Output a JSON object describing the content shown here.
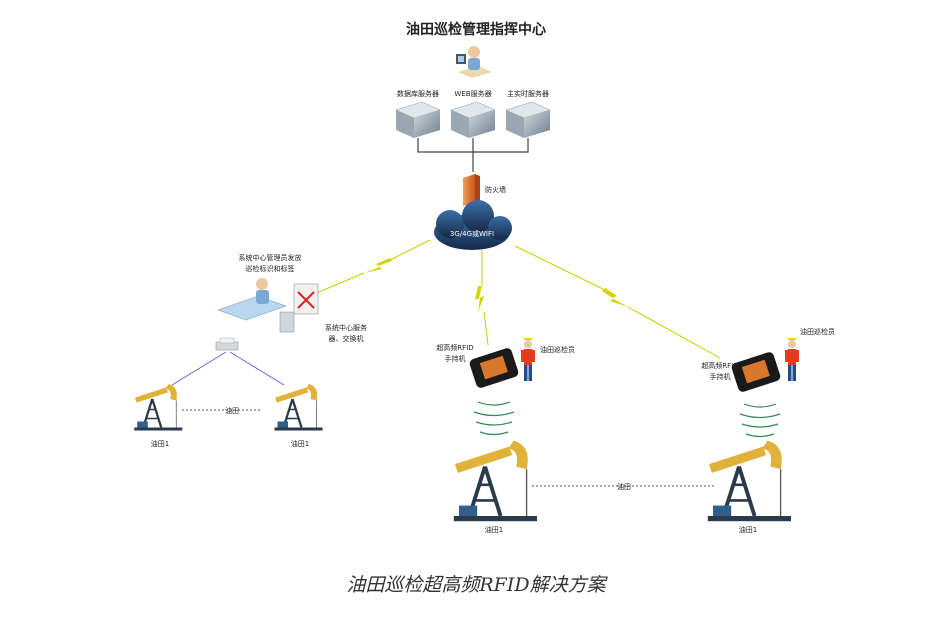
{
  "title": "油田巡检管理指挥中心",
  "servers": [
    {
      "label": "数据库服务器"
    },
    {
      "label": "WEB服务器"
    },
    {
      "label": "主实时服务器"
    }
  ],
  "firewall_label": "防火墙",
  "cloud_label": "3G/4G或WIFI",
  "admin_label_line1": "系统中心管理员发放",
  "admin_label_line2": "巡检标识和标签",
  "center_server_line1": "系统中心服务",
  "center_server_line2": "器、交换机",
  "handheld_left_line1": "超高频RFID",
  "handheld_left_line2": "手持机",
  "inspector_left": "油田巡检员",
  "handheld_right_line1": "超高频RFID",
  "handheld_right_line2": "手持机",
  "inspector_right": "油田巡检员",
  "oil_small_mid": "油田",
  "oil_small_left": "油田1",
  "oil_small_right": "油田1",
  "oil_big_mid": "油田",
  "oil_big_left": "油田1",
  "oil_big_right": "油田1",
  "caption": "油田巡检超高频RFID解决方案",
  "colors": {
    "lightning": "#d4d400",
    "cloud": "#1e3a5f",
    "firewall": "#e8742a",
    "worker": "#e63c1e"
  }
}
